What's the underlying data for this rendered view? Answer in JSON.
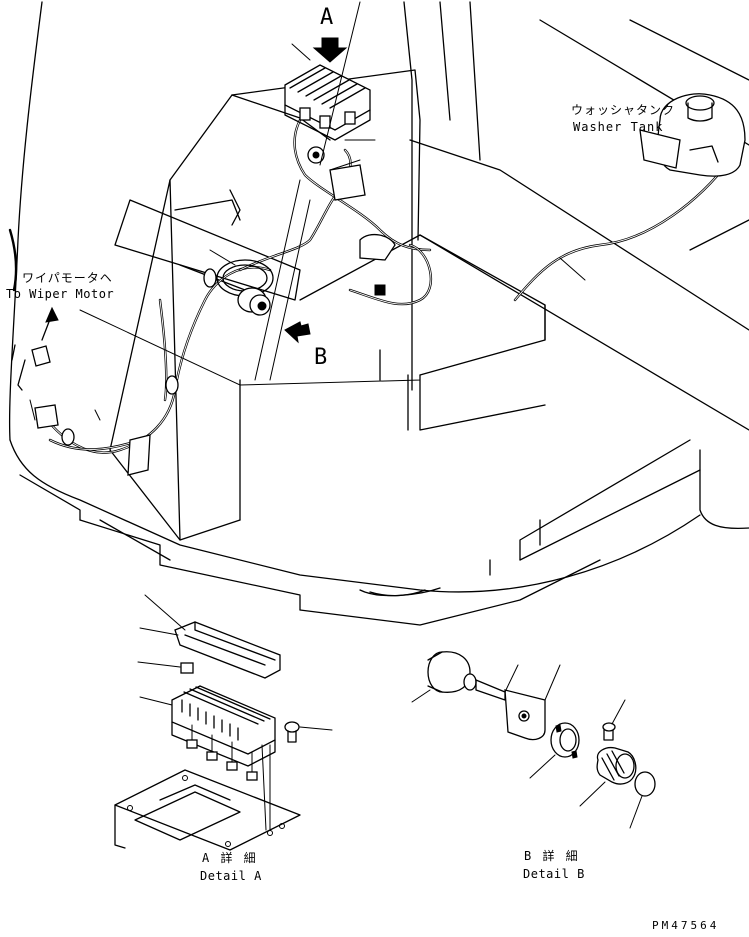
{
  "labels": {
    "callout_a": "A",
    "callout_b": "B",
    "washer_tank_jp": "ウォッシャタンク",
    "washer_tank_en": "Washer Tank",
    "wiper_motor_jp": "ワイパモータヘ",
    "wiper_motor_en": "To Wiper Motor",
    "detail_a_jp": "A 詳 細",
    "detail_a_en": "Detail A",
    "detail_b_jp": "B 詳 細",
    "detail_b_en": "Detail B",
    "drawing_number": "PM47564"
  }
}
